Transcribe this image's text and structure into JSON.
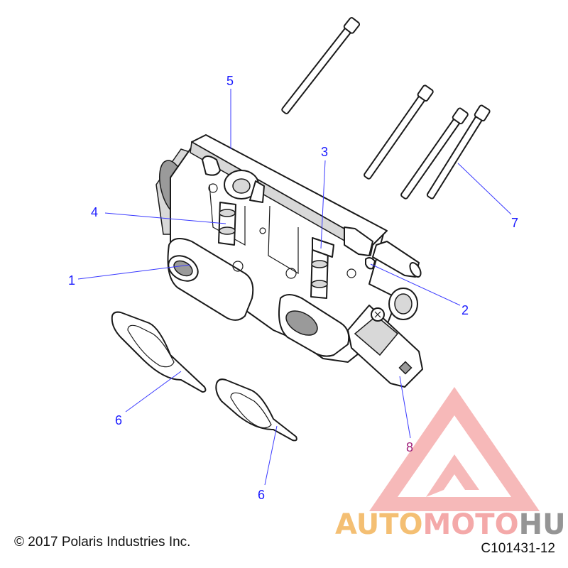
{
  "callouts": {
    "c1": "1",
    "c2": "2",
    "c3": "3",
    "c4": "4",
    "c5": "5",
    "c6a": "6",
    "c6b": "6",
    "c7": "7",
    "c8": "8"
  },
  "watermark": {
    "part1": "AUTO",
    "part2": "MOTO",
    "part3": "HUB",
    "colors": {
      "auto": "#f2b45a",
      "moto": "#f29a9a",
      "hub": "#8a8a8a",
      "triangle": "#f08080"
    }
  },
  "footer": {
    "copyright": "© 2017 Polaris Industries Inc.",
    "figure_code": "C101431-12"
  }
}
